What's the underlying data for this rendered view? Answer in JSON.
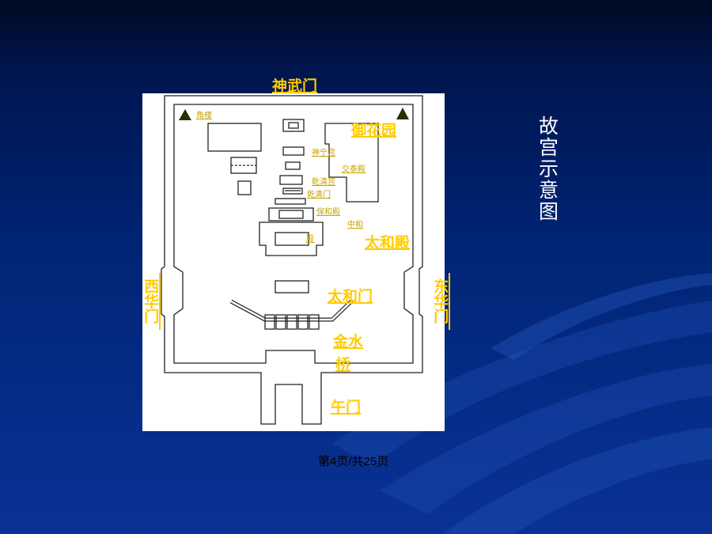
{
  "slide": {
    "title": "故宫示意图",
    "page_indicator": "第4页/共25页"
  },
  "map": {
    "inner_labels": {
      "corner_tower": "角楼",
      "shenxian_gong": "神宁宫",
      "jiaotai_dian": "交泰殿",
      "qianqing_gong": "乾清宫",
      "qianqing_men": "乾清门",
      "baohe_dian": "保和殿",
      "zhonghe": "中和",
      "dian": "殿"
    },
    "gates": {
      "north": "神武门",
      "imperial_garden": "御花园",
      "taihe_dian": "太和殿",
      "taihe_men": "太和门",
      "jinshui_qiao_1": "金水",
      "jinshui_qiao_2": "桥",
      "wu_men": "午门",
      "west": "西华门",
      "east": "东华门"
    }
  }
}
